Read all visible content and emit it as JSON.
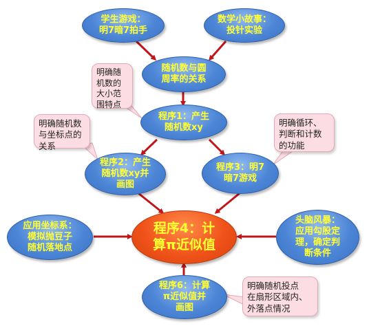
{
  "nodes": {
    "student_game": "学生游戏：\n明7暗7拍手",
    "math_story": "数学小故事：\n投针实验",
    "random_pi": "随机数与圆\n周率的关系",
    "program1": "程序1：产生\n随机数xy",
    "program2": "程序2：产生\n随机数xy并\n画图",
    "program3": "程序3：明7\n暗7游戏",
    "program4": "程序4：计\n算π近似值",
    "coord_app": "应用坐标系：\n模拟抛豆子\n随机落地点",
    "brainstorm": "头脑风暴：\n应用勾股定\n理，确定判\n断条件",
    "program6": "程序6：计算\nπ近似值并\n画图"
  },
  "callouts": {
    "range": "明确随\n机数的\n大小范\n围特点",
    "coords": "明确随机数\n与坐标点的\n关系",
    "loop": "明确循环、\n判断和计数\n的功能",
    "points": "明确随机投点\n在扇形区域内、\n外落点情况"
  },
  "colors": {
    "node_fill": "#4d86d6",
    "node_text": "#ffff33",
    "main_fill": "#f0531a",
    "callout_fill": "#fbdde3",
    "arrow": "#c0161a"
  }
}
